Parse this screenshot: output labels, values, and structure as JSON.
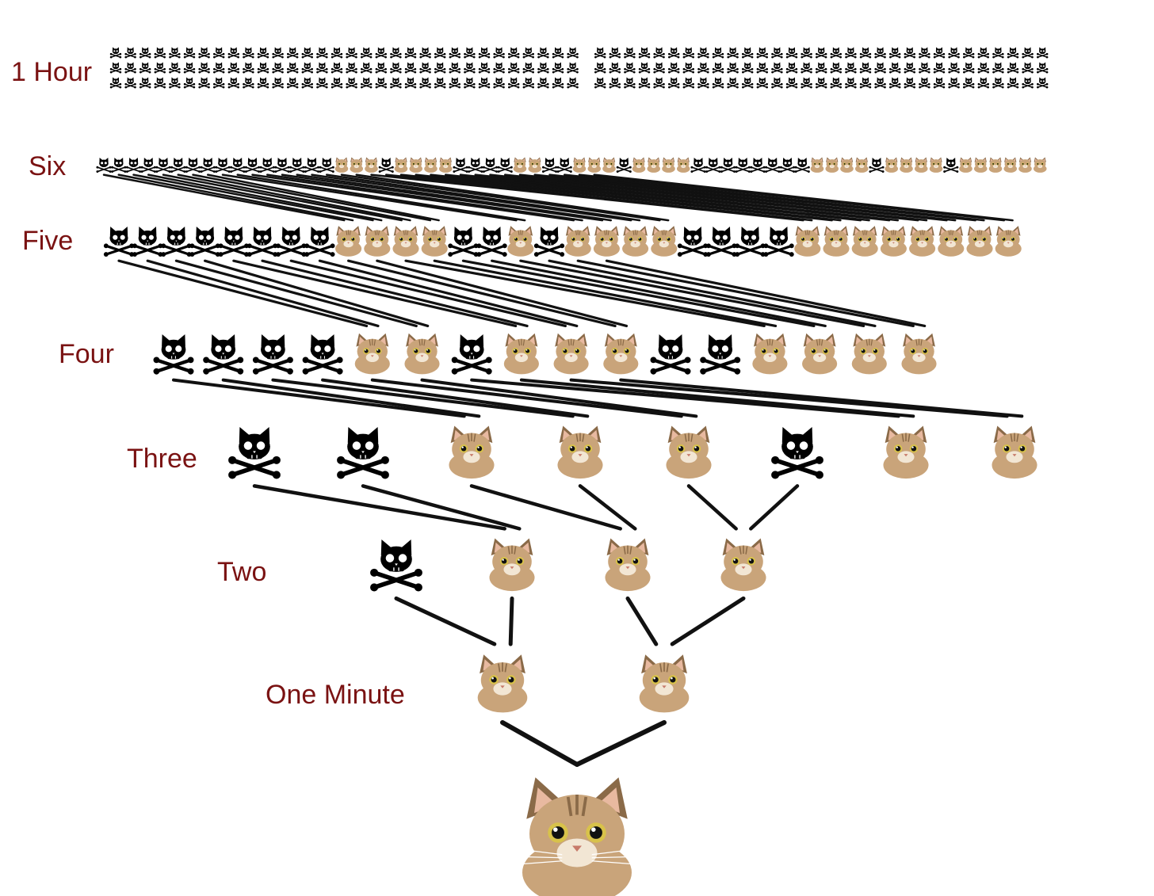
{
  "labels": {
    "hour": "1 Hour",
    "six": "Six",
    "five": "Five",
    "four": "Four",
    "three": "Three",
    "two": "Two",
    "one": "One Minute"
  },
  "colors": {
    "label": "#7a1212",
    "line": "#111111",
    "skull": "#000000",
    "cat_fur": "#c9a47a",
    "cat_dark": "#8a6a48",
    "cat_light": "#f2e6d4",
    "background": "#ffffff"
  },
  "generations": [
    {
      "label_key": "one",
      "nodes": [
        "cat",
        "cat"
      ]
    },
    {
      "label_key": "two",
      "nodes": [
        "skull",
        "cat",
        "cat",
        "cat"
      ]
    },
    {
      "label_key": "three",
      "nodes": [
        "skull",
        "skull",
        "cat",
        "cat",
        "cat",
        "skull",
        "cat",
        "cat"
      ]
    },
    {
      "label_key": "four",
      "nodes": [
        "skull",
        "skull",
        "skull",
        "skull",
        "cat",
        "cat",
        "skull",
        "cat",
        "cat",
        "cat",
        "skull",
        "skull",
        "cat",
        "cat",
        "cat",
        "cat"
      ]
    },
    {
      "label_key": "five",
      "nodes": [
        "skull",
        "skull",
        "skull",
        "skull",
        "skull",
        "skull",
        "skull",
        "skull",
        "cat",
        "cat",
        "cat",
        "cat",
        "skull",
        "skull",
        "cat",
        "skull",
        "cat",
        "cat",
        "cat",
        "cat",
        "skull",
        "skull",
        "skull",
        "skull",
        "cat",
        "cat",
        "cat",
        "cat",
        "cat",
        "cat",
        "cat",
        "cat"
      ]
    },
    {
      "label_key": "six",
      "nodes": [
        "skull",
        "skull",
        "skull",
        "skull",
        "skull",
        "skull",
        "skull",
        "skull",
        "skull",
        "skull",
        "skull",
        "skull",
        "skull",
        "skull",
        "skull",
        "skull",
        "cat",
        "cat",
        "cat",
        "skull",
        "cat",
        "cat",
        "cat",
        "cat",
        "skull",
        "skull",
        "skull",
        "skull",
        "cat",
        "cat",
        "skull",
        "skull",
        "cat",
        "cat",
        "cat",
        "skull",
        "cat",
        "cat",
        "cat",
        "cat",
        "skull",
        "skull",
        "skull",
        "skull",
        "skull",
        "skull",
        "skull",
        "skull",
        "cat",
        "cat",
        "cat",
        "cat",
        "skull",
        "cat",
        "cat",
        "cat",
        "cat",
        "skull",
        "cat",
        "cat",
        "cat",
        "cat",
        "cat",
        "cat"
      ]
    }
  ],
  "hour_grid": {
    "symbol": "skull",
    "columns": 64,
    "rows": 3
  }
}
